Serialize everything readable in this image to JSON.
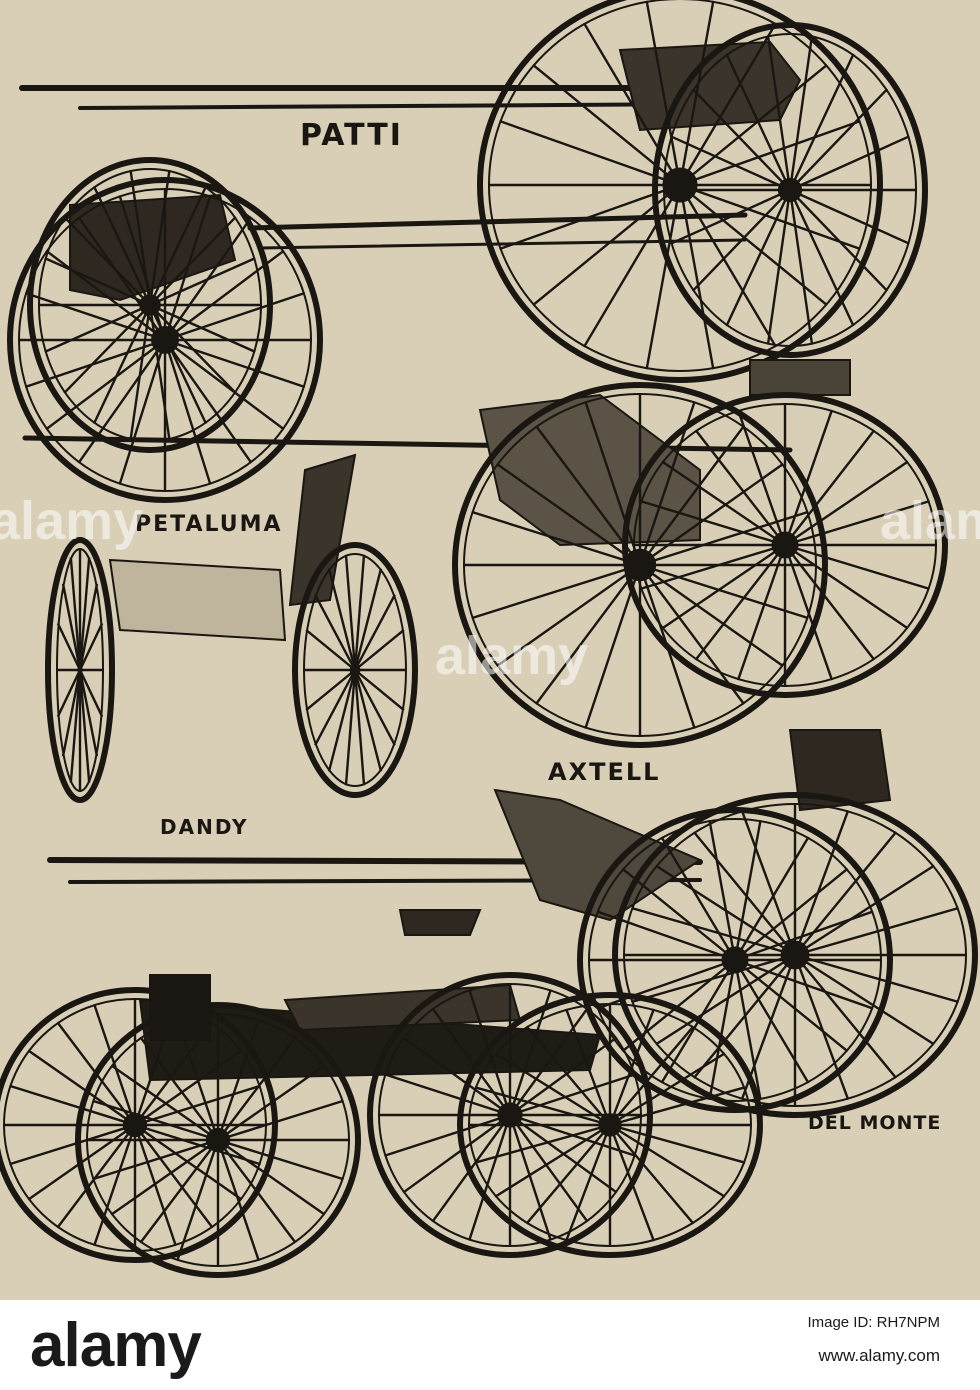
{
  "carriages": {
    "patti": "PATTI",
    "petaluma": "PETALUMA",
    "dandy": "DANDY",
    "axtell": "AXTELL",
    "del_monte": "DEL MONTE"
  },
  "watermark": {
    "text": "alamy"
  },
  "footer": {
    "brand": "alamy",
    "image_id": "Image ID: RH7NPM",
    "url": "www.alamy.com"
  },
  "colors": {
    "paper": "#d8cfb6",
    "ink": "#1a1712"
  }
}
